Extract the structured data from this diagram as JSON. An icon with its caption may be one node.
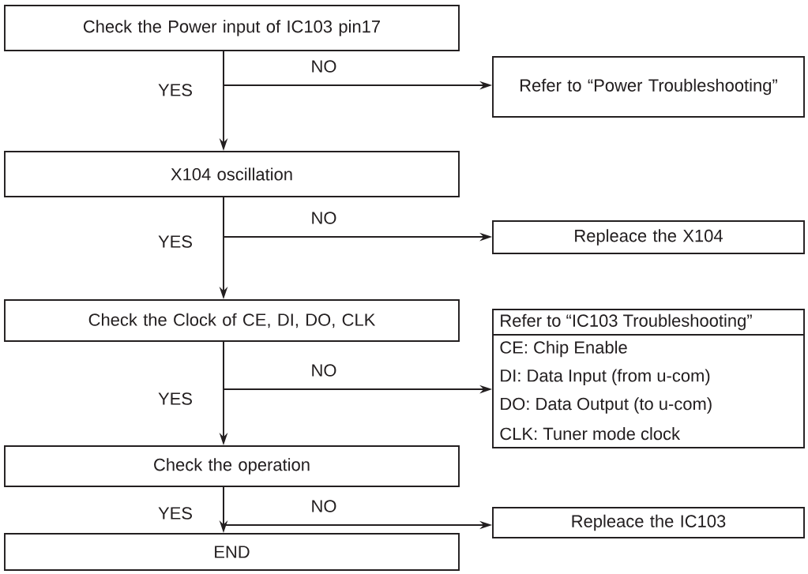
{
  "diagram": {
    "nodes": [
      {
        "text": [
          "Check the Power input of IC103 pin17"
        ]
      },
      {
        "text": [
          "X104 oscillation"
        ]
      },
      {
        "text": [
          "Check the Clock of CE, DI, DO, CLK"
        ]
      },
      {
        "text": [
          "Check the operation"
        ]
      },
      {
        "text": [
          "END"
        ]
      },
      {
        "text": [
          "Refer to “Power Troubleshooting”"
        ]
      },
      {
        "text": [
          "Repleace the X104"
        ]
      },
      {
        "text": [
          "Refer to “IC103 Troubleshooting”",
          "CE: Chip Enable",
          "DI: Data Input (from u-com)",
          "DO: Data Output (to u-com)",
          "CLK: Tuner mode clock"
        ]
      },
      {
        "text": [
          "Repleace the IC103"
        ]
      }
    ],
    "edges": [
      {
        "from": 0,
        "to": 1,
        "arrow": "to",
        "label": "YES"
      },
      {
        "from": 0,
        "to": 5,
        "arrow": "to",
        "label": "NO"
      },
      {
        "from": 1,
        "to": 2,
        "arrow": "to",
        "label": "YES"
      },
      {
        "from": 1,
        "to": 6,
        "arrow": "to",
        "label": "NO"
      },
      {
        "from": 2,
        "to": 3,
        "arrow": "to",
        "label": "YES"
      },
      {
        "from": 2,
        "to": 7,
        "arrow": "to",
        "label": "NO"
      },
      {
        "from": 3,
        "to": 4,
        "arrow": "to",
        "label": "YES"
      },
      {
        "from": 3,
        "to": 8,
        "arrow": "to",
        "label": "NO"
      }
    ]
  }
}
